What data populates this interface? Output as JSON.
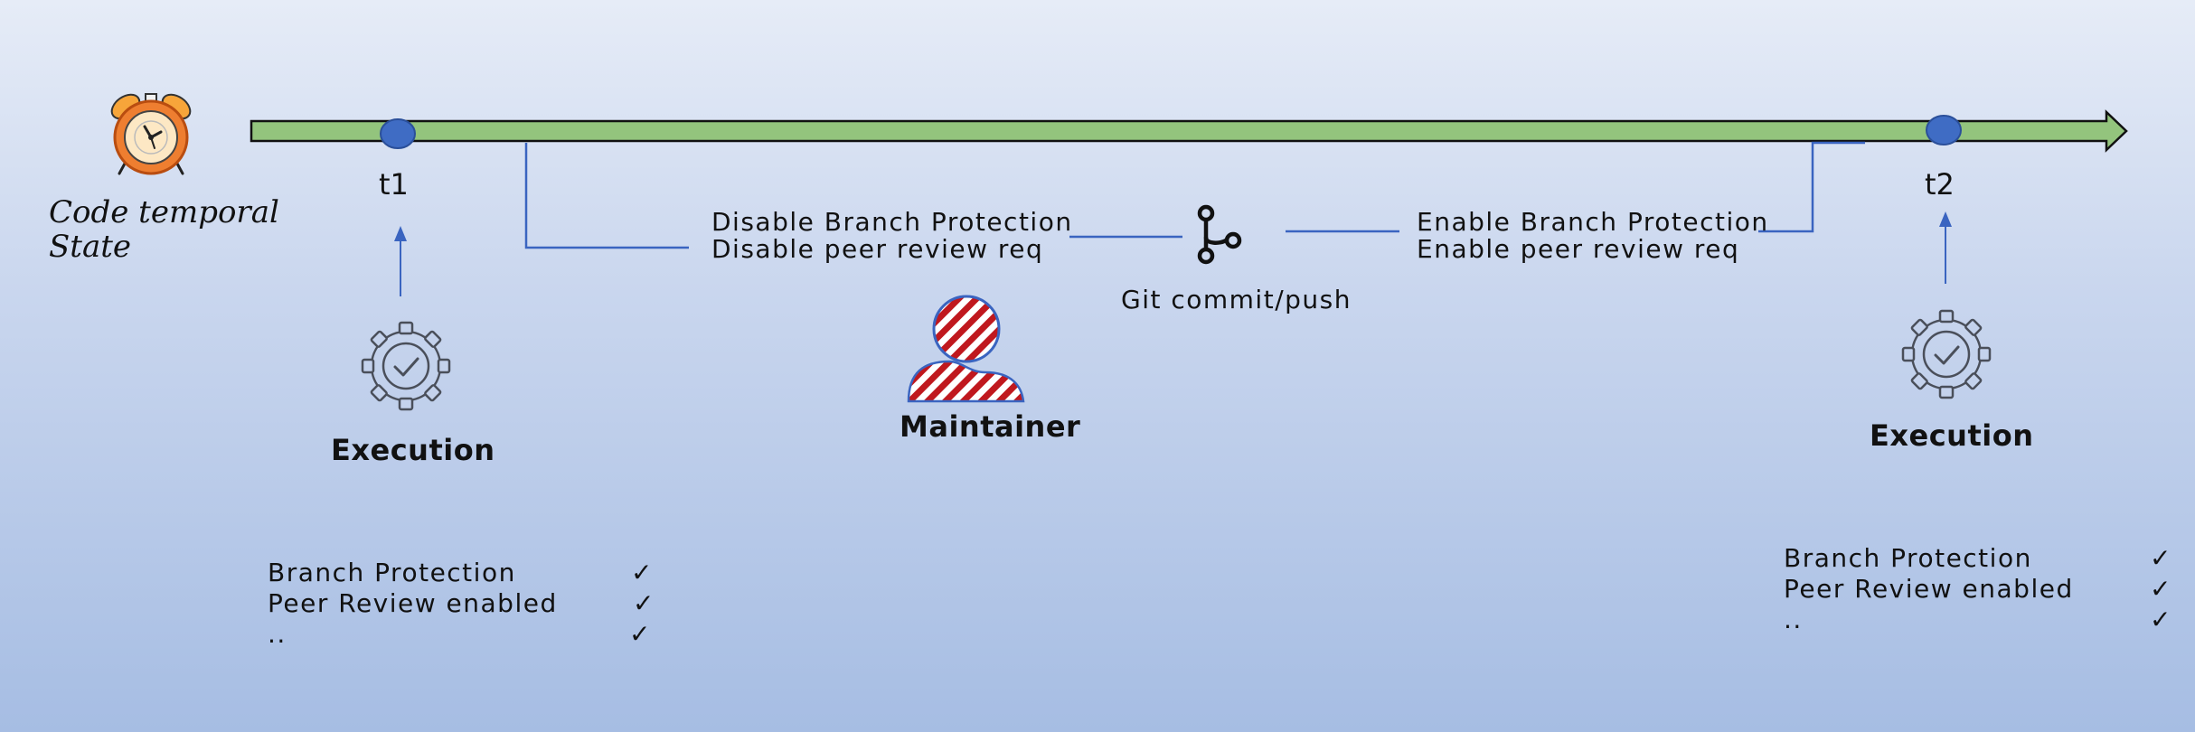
{
  "colors": {
    "bg_top": "#e6ecf7",
    "bg_bottom": "#a6bde3",
    "timeline": "#93c47d",
    "marker": "#3f6cc4",
    "connector": "#3a64c0",
    "clock_orange": "#ee7e30",
    "hatch_red": "#c0181e",
    "gear": "#4a4f5a"
  },
  "icons": [
    "alarm-clock-icon",
    "gear-check-icon",
    "git-branch-icon",
    "user-icon"
  ],
  "timeline": {
    "label": "Code temporal\nState",
    "t1": "t1",
    "t2": "t2"
  },
  "change": {
    "disable_line1": "Disable Branch Protection",
    "disable_line2": "Disable peer review req",
    "git_label": "Git commit/push",
    "enable_line1": "Enable Branch Protection",
    "enable_line2": "Enable peer review req"
  },
  "maintainer": {
    "label": "Maintainer"
  },
  "execution_left": {
    "title": "Execution",
    "checks": [
      {
        "label": "Branch Protection",
        "mark": "✓"
      },
      {
        "label": "Peer Review enabled",
        "mark": "✓"
      },
      {
        "label": "..",
        "mark": "✓"
      }
    ]
  },
  "execution_right": {
    "title": "Execution",
    "checks": [
      {
        "label": "Branch Protection",
        "mark": "✓"
      },
      {
        "label": "Peer Review enabled",
        "mark": "✓"
      },
      {
        "label": "..",
        "mark": "✓"
      }
    ]
  }
}
